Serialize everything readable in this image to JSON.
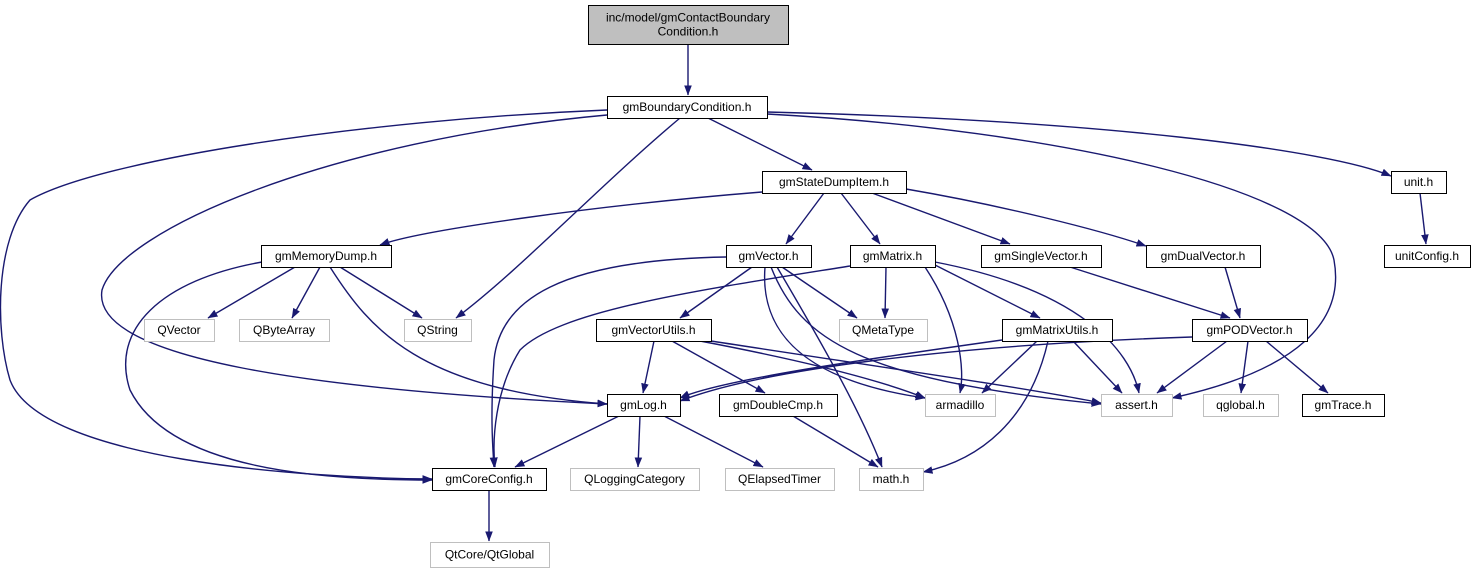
{
  "graph": {
    "kind": "include-dependency-graph",
    "colors": {
      "edge": "#191970",
      "root_fill": "#bfbfbf",
      "node_border": "#000000",
      "external_border": "#bfbfbf",
      "node_fill": "#ffffff"
    },
    "nodes": [
      {
        "id": "root",
        "lines": [
          "inc/model/gmContactBoundary",
          "Condition.h"
        ],
        "type": "root"
      },
      {
        "id": "bc",
        "lines": [
          "gmBoundaryCondition.h"
        ],
        "type": "internal"
      },
      {
        "id": "sdi",
        "lines": [
          "gmStateDumpItem.h"
        ],
        "type": "internal"
      },
      {
        "id": "unit",
        "lines": [
          "unit.h"
        ],
        "type": "internal"
      },
      {
        "id": "unitcfg",
        "lines": [
          "unitConfig.h"
        ],
        "type": "internal"
      },
      {
        "id": "md",
        "lines": [
          "gmMemoryDump.h"
        ],
        "type": "internal"
      },
      {
        "id": "vec",
        "lines": [
          "gmVector.h"
        ],
        "type": "internal"
      },
      {
        "id": "mat",
        "lines": [
          "gmMatrix.h"
        ],
        "type": "internal"
      },
      {
        "id": "sv",
        "lines": [
          "gmSingleVector.h"
        ],
        "type": "internal"
      },
      {
        "id": "dv",
        "lines": [
          "gmDualVector.h"
        ],
        "type": "internal"
      },
      {
        "id": "qvector",
        "lines": [
          "QVector"
        ],
        "type": "external"
      },
      {
        "id": "qbytearray",
        "lines": [
          "QByteArray"
        ],
        "type": "external"
      },
      {
        "id": "qstring",
        "lines": [
          "QString"
        ],
        "type": "external"
      },
      {
        "id": "vu",
        "lines": [
          "gmVectorUtils.h"
        ],
        "type": "internal"
      },
      {
        "id": "qmeta",
        "lines": [
          "QMetaType"
        ],
        "type": "external"
      },
      {
        "id": "mu",
        "lines": [
          "gmMatrixUtils.h"
        ],
        "type": "internal"
      },
      {
        "id": "pod",
        "lines": [
          "gmPODVector.h"
        ],
        "type": "internal"
      },
      {
        "id": "log",
        "lines": [
          "gmLog.h"
        ],
        "type": "internal"
      },
      {
        "id": "dcmp",
        "lines": [
          "gmDoubleCmp.h"
        ],
        "type": "internal"
      },
      {
        "id": "arma",
        "lines": [
          "armadillo"
        ],
        "type": "external"
      },
      {
        "id": "assert",
        "lines": [
          "assert.h"
        ],
        "type": "external"
      },
      {
        "id": "qglobal",
        "lines": [
          "qglobal.h"
        ],
        "type": "external"
      },
      {
        "id": "trace",
        "lines": [
          "gmTrace.h"
        ],
        "type": "internal"
      },
      {
        "id": "corecfg",
        "lines": [
          "gmCoreConfig.h"
        ],
        "type": "internal"
      },
      {
        "id": "qlogcat",
        "lines": [
          "QLoggingCategory"
        ],
        "type": "external"
      },
      {
        "id": "qelapsed",
        "lines": [
          "QElapsedTimer"
        ],
        "type": "external"
      },
      {
        "id": "math",
        "lines": [
          "math.h"
        ],
        "type": "external"
      },
      {
        "id": "qtglobal",
        "lines": [
          "QtCore/QtGlobal"
        ],
        "type": "external"
      }
    ],
    "edges": [
      {
        "from": "root",
        "to": "bc"
      },
      {
        "from": "bc",
        "to": "sdi"
      },
      {
        "from": "bc",
        "to": "unit"
      },
      {
        "from": "bc",
        "to": "qstring"
      },
      {
        "from": "bc",
        "to": "log"
      },
      {
        "from": "bc",
        "to": "corecfg"
      },
      {
        "from": "bc",
        "to": "assert"
      },
      {
        "from": "unit",
        "to": "unitcfg"
      },
      {
        "from": "sdi",
        "to": "md"
      },
      {
        "from": "sdi",
        "to": "vec"
      },
      {
        "from": "sdi",
        "to": "mat"
      },
      {
        "from": "sdi",
        "to": "sv"
      },
      {
        "from": "sdi",
        "to": "dv"
      },
      {
        "from": "md",
        "to": "qvector"
      },
      {
        "from": "md",
        "to": "qbytearray"
      },
      {
        "from": "md",
        "to": "qstring"
      },
      {
        "from": "md",
        "to": "log"
      },
      {
        "from": "md",
        "to": "corecfg"
      },
      {
        "from": "vec",
        "to": "vu"
      },
      {
        "from": "vec",
        "to": "qmeta"
      },
      {
        "from": "vec",
        "to": "corecfg"
      },
      {
        "from": "vec",
        "to": "arma"
      },
      {
        "from": "vec",
        "to": "assert"
      },
      {
        "from": "vec",
        "to": "math"
      },
      {
        "from": "mat",
        "to": "qmeta"
      },
      {
        "from": "mat",
        "to": "mu"
      },
      {
        "from": "mat",
        "to": "arma"
      },
      {
        "from": "mat",
        "to": "assert"
      },
      {
        "from": "mat",
        "to": "corecfg"
      },
      {
        "from": "sv",
        "to": "pod"
      },
      {
        "from": "dv",
        "to": "pod"
      },
      {
        "from": "vu",
        "to": "log"
      },
      {
        "from": "vu",
        "to": "dcmp"
      },
      {
        "from": "vu",
        "to": "arma"
      },
      {
        "from": "vu",
        "to": "assert"
      },
      {
        "from": "mu",
        "to": "log"
      },
      {
        "from": "mu",
        "to": "arma"
      },
      {
        "from": "mu",
        "to": "assert"
      },
      {
        "from": "mu",
        "to": "math"
      },
      {
        "from": "pod",
        "to": "log"
      },
      {
        "from": "pod",
        "to": "assert"
      },
      {
        "from": "pod",
        "to": "qglobal"
      },
      {
        "from": "pod",
        "to": "trace"
      },
      {
        "from": "log",
        "to": "corecfg"
      },
      {
        "from": "log",
        "to": "qlogcat"
      },
      {
        "from": "log",
        "to": "qelapsed"
      },
      {
        "from": "dcmp",
        "to": "math"
      },
      {
        "from": "corecfg",
        "to": "qtglobal"
      }
    ]
  }
}
